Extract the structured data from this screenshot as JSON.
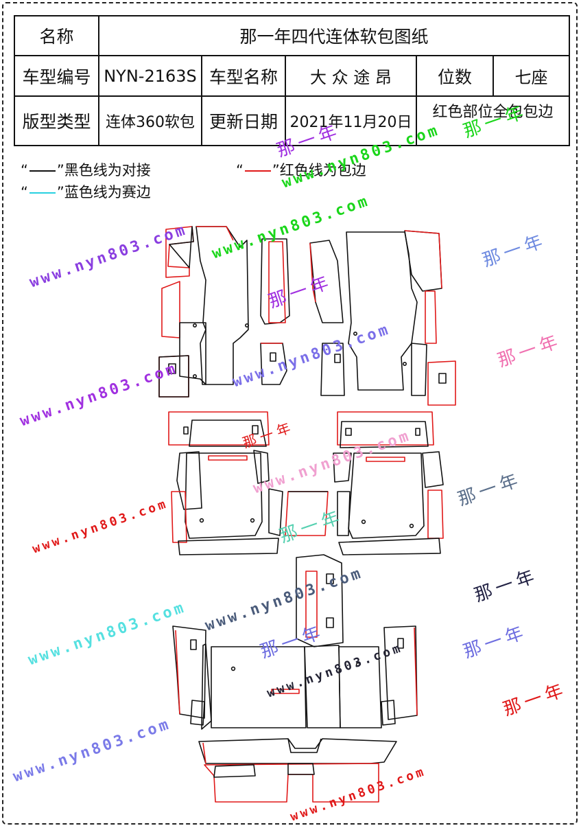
{
  "spec": {
    "name_label": "名称",
    "name_value": "那一年四代连体软包图纸",
    "model_code_label": "车型编号",
    "model_code_value": "NYN-2163S",
    "model_name_label": "车型名称",
    "model_name_value": "大 众 途 昂",
    "seats_label": "位数",
    "seats_value": "七座",
    "type_label": "版型类型",
    "type_value": "连体360软包",
    "date_label": "更新日期",
    "date_value": "2021年11月20日",
    "note": "红色部位全包包边"
  },
  "legend": {
    "black_quote_open": "“",
    "black_text": "”黑色线为对接",
    "red_quote_open": "“",
    "red_text": "”红色线为包边",
    "blue_quote_open": "“",
    "blue_text": "”蓝色线为赛边"
  },
  "colors": {
    "black_line": "#111111",
    "red_line": "#e01818",
    "blue_line": "#27d0e0"
  },
  "watermarks": {
    "url": "www.nyn803.com",
    "brand": "那一年"
  }
}
